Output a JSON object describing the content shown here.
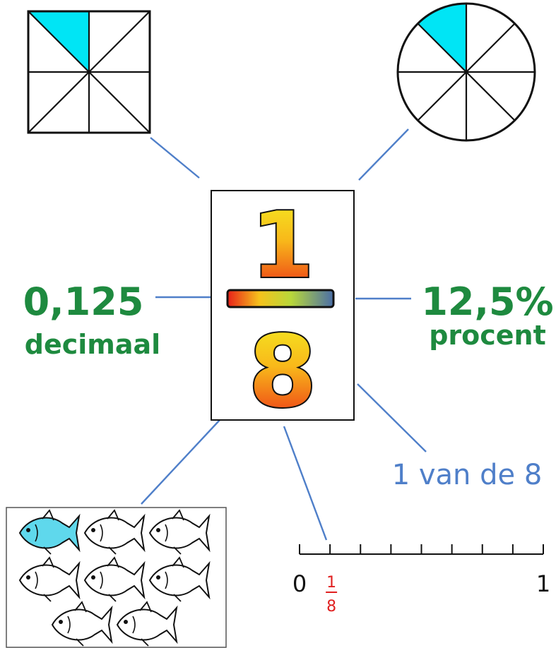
{
  "center_fraction": {
    "numerator": "1",
    "denominator": "8"
  },
  "decimal": {
    "value": "0,125",
    "label": "decimaal"
  },
  "percent": {
    "value": "12,5%",
    "label": "procent"
  },
  "words": "1 van de 8",
  "number_line": {
    "start_label": "0",
    "end_label": "1",
    "marker_numerator": "1",
    "marker_denominator": "8",
    "divisions": 8,
    "marker_value": 0.125
  },
  "square_model": {
    "parts": 8,
    "shaded": 1
  },
  "circle_model": {
    "parts": 8,
    "shaded": 1
  },
  "fish_model": {
    "total": 8,
    "highlighted": 1
  },
  "colors": {
    "shade": "#00e5f5",
    "green_text": "#1e8a3f",
    "link_blue": "#4f7fc9",
    "marker_red": "#e02020",
    "fish_highlight": "#5fd8ec"
  }
}
